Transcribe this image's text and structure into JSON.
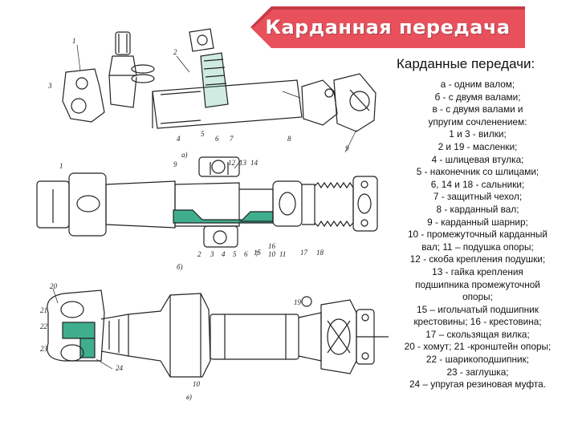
{
  "title": "Карданная передача",
  "heading": "Карданные передачи:",
  "legend_lines": [
    "а -  одним валом;",
    "б - с двумя валами;",
    "в - с двумя валами и",
    "упругим сочленением:",
    "1 и 3 -  вилки;",
    "2 и 19 - масленки;",
    "4 - шлицевая втулка;",
    "5 - наконечник со шлицами;",
    "6, 14 и 18 - сальники;",
    "7 - защитный чехол;",
    "8 - карданный вал;",
    "9 - карданный шарнир;",
    "10 - промежуточный карданный",
    "вал; 11 – подушка опоры;",
    "12 - скоба крепления подушки;",
    "13 - гайка крепления",
    "подшипника промежуточной",
    "опоры;",
    "15 – игольчатый подшипник",
    "крестовины; 16 - крестовина;",
    "17 – скользящая вилка;",
    "20 - хомут; 21 -кронштейн опоры;",
    "22 - шарикоподшипник;",
    "23 - заглушка;",
    "24 – упругая резиновая муфта."
  ],
  "figure_labels": {
    "a": {
      "sub": "а)",
      "nums": [
        "1",
        "2",
        "3",
        "4",
        "5",
        "6",
        "7",
        "8",
        "9"
      ]
    },
    "b": {
      "sub": "б)",
      "nums": [
        "1",
        "9",
        "12",
        "13",
        "14",
        "2",
        "3",
        "4",
        "5",
        "6",
        "7",
        "10",
        "11",
        "15",
        "16",
        "17",
        "18"
      ]
    },
    "c": {
      "sub": "в)",
      "nums": [
        "20",
        "21",
        "22",
        "23",
        "24",
        "19",
        "10"
      ]
    }
  },
  "colors": {
    "banner": "#e8505b",
    "banner_edge": "#c63a45",
    "highlight": "#3fae8c",
    "ink": "#222222"
  }
}
